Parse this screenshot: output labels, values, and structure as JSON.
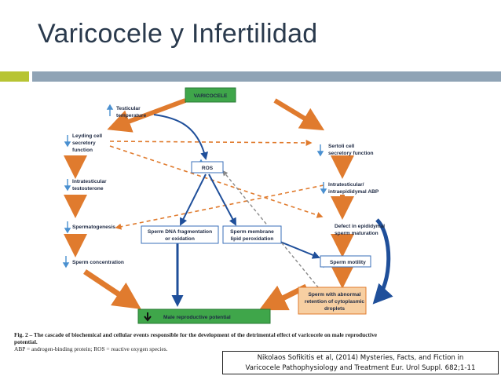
{
  "slide": {
    "title": "Varicocele y Infertilidad",
    "colors": {
      "title": "#2a3a4d",
      "accent": "#b7c433",
      "bar": "#8fa3b5"
    }
  },
  "diagram": {
    "nodes": {
      "varicocele": "VARICOCELE",
      "testicular_temp_1": "Testicular",
      "testicular_temp_2": "temperature",
      "leydig_1": "Leyding cell",
      "leydig_2": "secretory",
      "leydig_3": "function",
      "sertoli_1": "Sertoli cell",
      "sertoli_2": "secretory function",
      "ros": "ROS",
      "intratesticular_t_1": "Intratesticular",
      "intratesticular_t_2": "testosterone",
      "abp_1": "Intratesticular/",
      "abp_2": "intraepididymal ABP",
      "spermatogenesis": "Spermatogenesis",
      "dna_frag_1": "Sperm DNA fragmentation",
      "dna_frag_2": "or oxidation",
      "membrane_1": "Sperm membrane",
      "membrane_2": "lipid peroxidation",
      "epididymal_1": "Defect in epididymal",
      "epididymal_2": "sperm maturation",
      "sperm_concentration": "Sperm concentration",
      "sperm_motility": "Sperm motility",
      "cytoplasmic_1": "Sperm with abnormal",
      "cytoplasmic_2": "retention of cytoplasmic",
      "cytoplasmic_3": "droplets",
      "male_potential": "Male reproductive potential"
    },
    "caption": {
      "fig_label": "Fig. 2 – The cascade of biochemical and cellular events responsible for the development of the detrimental effect of varicocele on male reproductive",
      "line2": "potential.",
      "line3": "ABP = androgen-binding protein; ROS = reactive oxygen species."
    },
    "colors": {
      "green": "#3fa64a",
      "orange": "#e07b2e",
      "blue": "#1f4f9a",
      "light_blue": "#4a90d0",
      "box_border": "#3a6fb8"
    }
  },
  "reference": {
    "line1": "Nikolaos Sofikitis et al, (2014) Mysteries, Facts, and Fiction in",
    "line2": "Varicocele Pathophysiology and Treatment Eur. Urol Suppl. 682;1-11"
  }
}
